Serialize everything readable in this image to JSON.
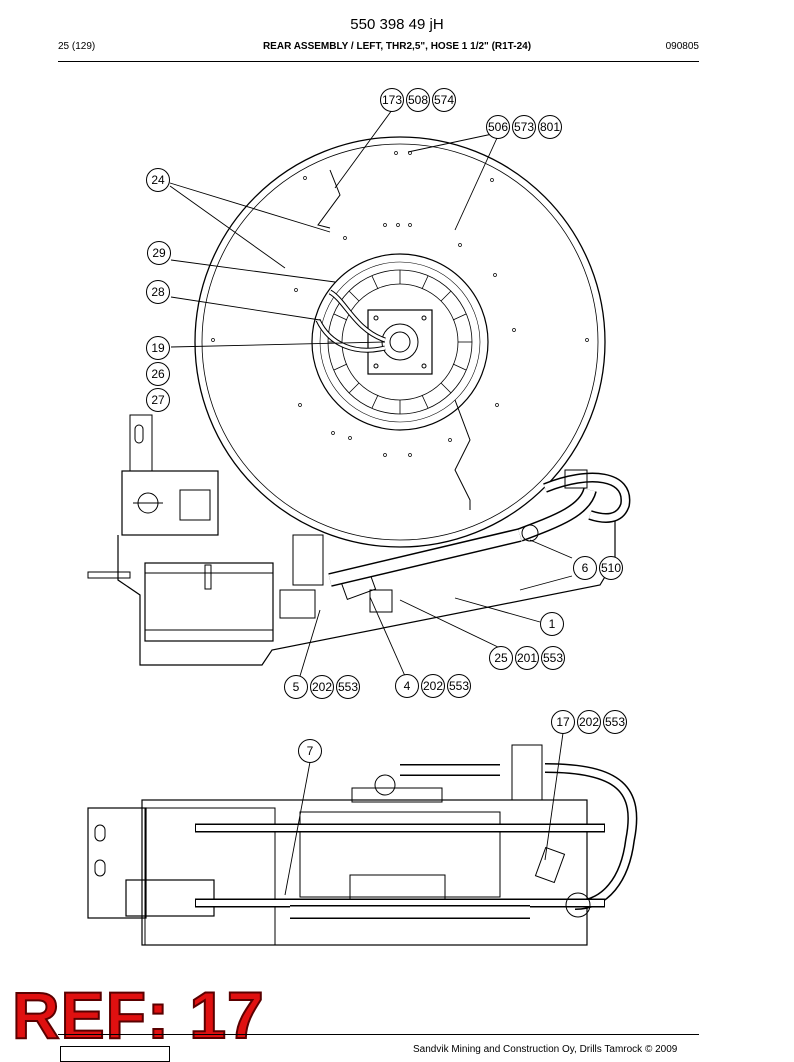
{
  "header": {
    "doc_number": "550 398 49 jH",
    "page": "25 (129)",
    "title": "REAR ASSEMBLY / LEFT, THR2,5\", HOSE 1 1/2\" (R1T-24)",
    "date_code": "090805"
  },
  "callouts": {
    "c173": "173",
    "c508": "508",
    "c574a": "574",
    "c506": "506",
    "c573": "573",
    "c801": "801",
    "c24": "24",
    "c29": "29",
    "c28": "28",
    "c19": "19",
    "c26": "26",
    "c27": "27",
    "c6": "6",
    "c510": "510",
    "c1": "1",
    "c25": "25",
    "c201": "201",
    "c553a": "553",
    "c5": "5",
    "c202a": "202",
    "c553b": "553",
    "c4": "4",
    "c202b": "202",
    "c553c": "553",
    "c17": "17",
    "c202c": "202",
    "c553d": "553",
    "c7": "7"
  },
  "stamp": {
    "text": "REF: 17",
    "color": "#e01010"
  },
  "footer": {
    "text": "Sandvik Mining and Construction Oy, Drills Tamrock © 2009"
  }
}
